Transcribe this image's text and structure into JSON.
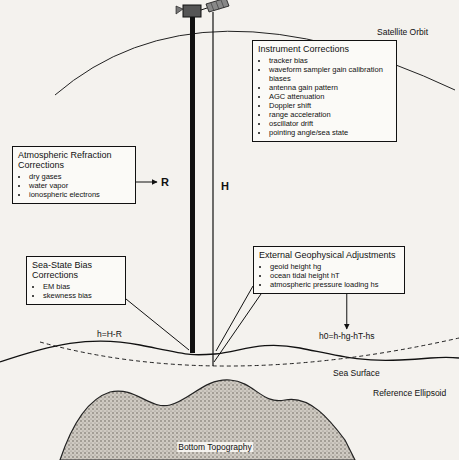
{
  "diagram": {
    "nodes": [
      {
        "text": [
          "Instrument Corrections",
          "tracker bias",
          "waveform sampler gain calibration biases",
          "antenna gain pattern",
          "AGC attenuation",
          "Doppler shift",
          "range acceleration",
          "oscillator drift",
          "pointing angle/sea state"
        ]
      },
      {
        "text": [
          "Atmospheric Refraction Corrections",
          "dry gases",
          "water vapor",
          "ionospheric electrons"
        ]
      },
      {
        "text": [
          "Sea-State Bias Corrections",
          "EM bias",
          "skewness bias"
        ]
      },
      {
        "text": [
          "External Geophysical Adjustments",
          "geoid height hg",
          "ocean tidal height hT",
          "atmospheric pressure loading hs"
        ]
      }
    ],
    "labels": [
      "Satellite Orbit",
      "R",
      "H",
      "h=H-R",
      "h0=h-hg-hT-hs",
      "Sea Surface",
      "Reference Ellipsoid",
      "Bottom Topography"
    ]
  }
}
